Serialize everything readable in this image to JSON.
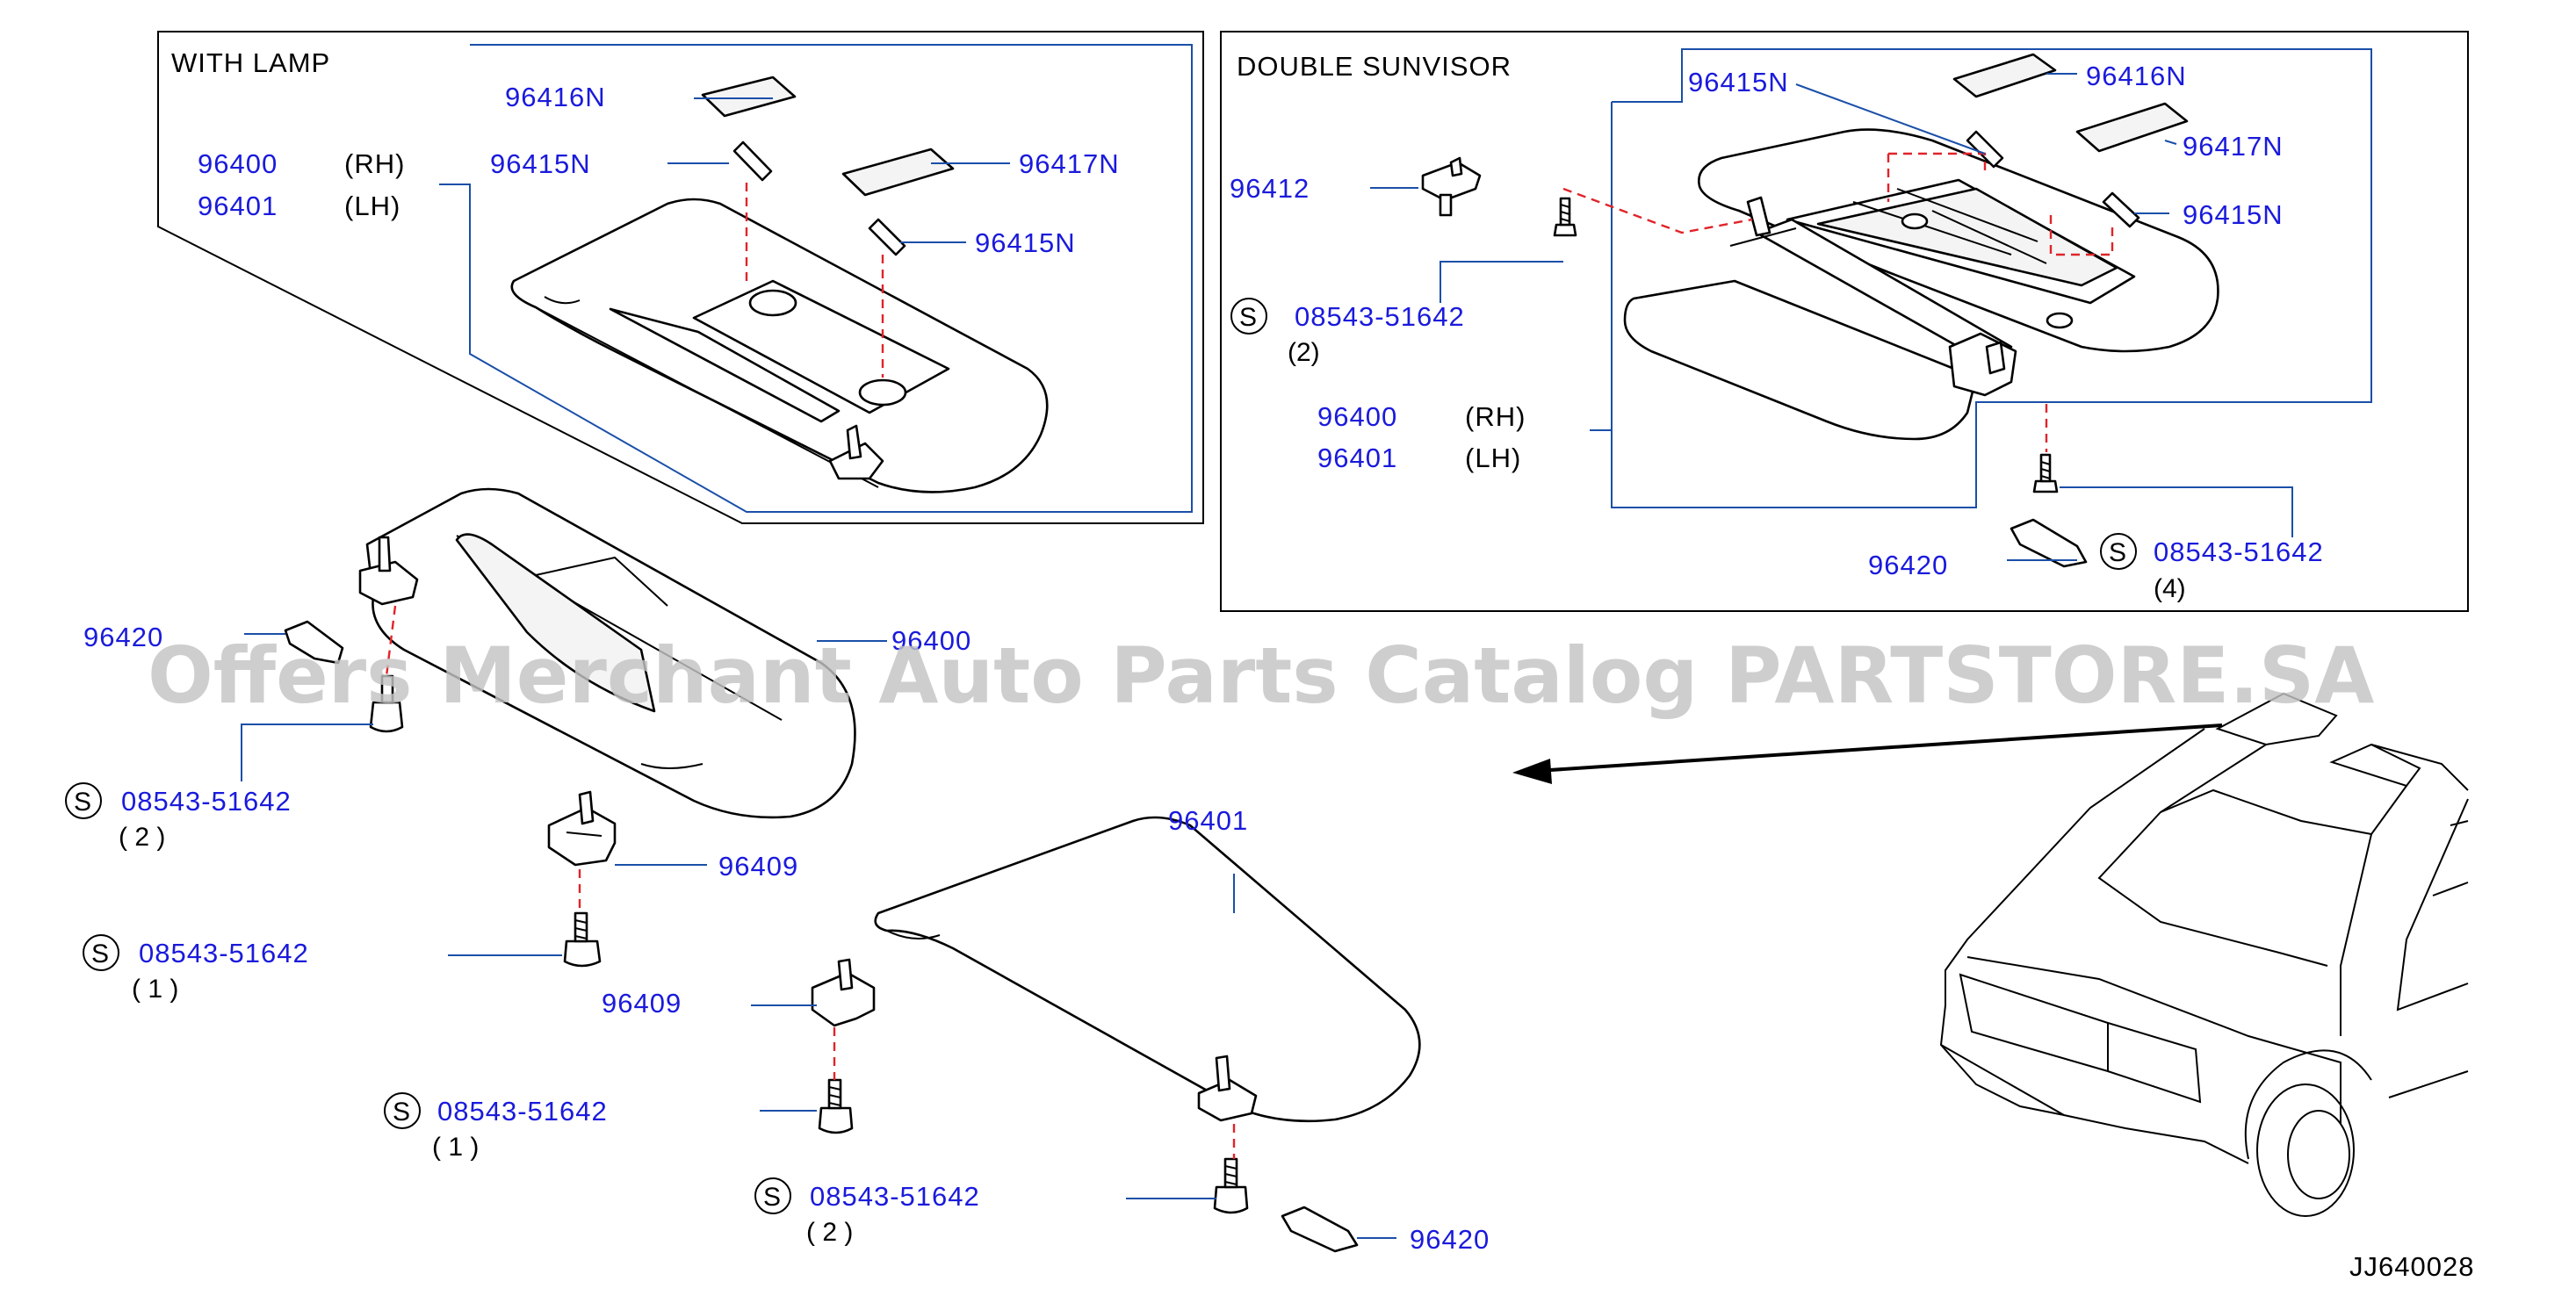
{
  "panels": {
    "with_lamp": {
      "title": "WITH LAMP",
      "labels": {
        "p96416N": "96416N",
        "p96417N": "96417N",
        "p96415N_a": "96415N",
        "p96415N_b": "96415N",
        "p96400": "96400",
        "p96401": "96401",
        "rh": "(RH)",
        "lh": "(LH)"
      }
    },
    "double_sunvisor": {
      "title": "DOUBLE SUNVISOR",
      "labels": {
        "p96415N_a": "96415N",
        "p96416N": "96416N",
        "p96417N": "96417N",
        "p96415N_b": "96415N",
        "p96412": "96412",
        "screw_a": "08543-51642",
        "screw_a_qty": "(2)",
        "p96400": "96400",
        "p96401": "96401",
        "rh": "(RH)",
        "lh": "(LH)",
        "p96420": "96420",
        "screw_b": "08543-51642",
        "screw_b_qty": "(4)"
      }
    }
  },
  "main": {
    "p96420_top": "96420",
    "p96400": "96400",
    "screw_1": "08543-51642",
    "screw_1_qty": "( 2 )",
    "p96409_a": "96409",
    "screw_2": "08543-51642",
    "screw_2_qty": "( 1 )",
    "p96409_b": "96409",
    "screw_3": "08543-51642",
    "screw_3_qty": "( 1 )",
    "p96401": "96401",
    "screw_4": "08543-51642",
    "screw_4_qty": "( 2 )",
    "p96420_bottom": "96420"
  },
  "symbol_s": "S",
  "watermark": "Offers Merchant Auto Parts Catalog PARTSTORE.SA",
  "diagram_code": "JJ640028",
  "colors": {
    "part_number": "#1a1adc",
    "leader": "#1a4fa8",
    "dash": "#e0242a",
    "watermark": "#c4c4c4"
  }
}
